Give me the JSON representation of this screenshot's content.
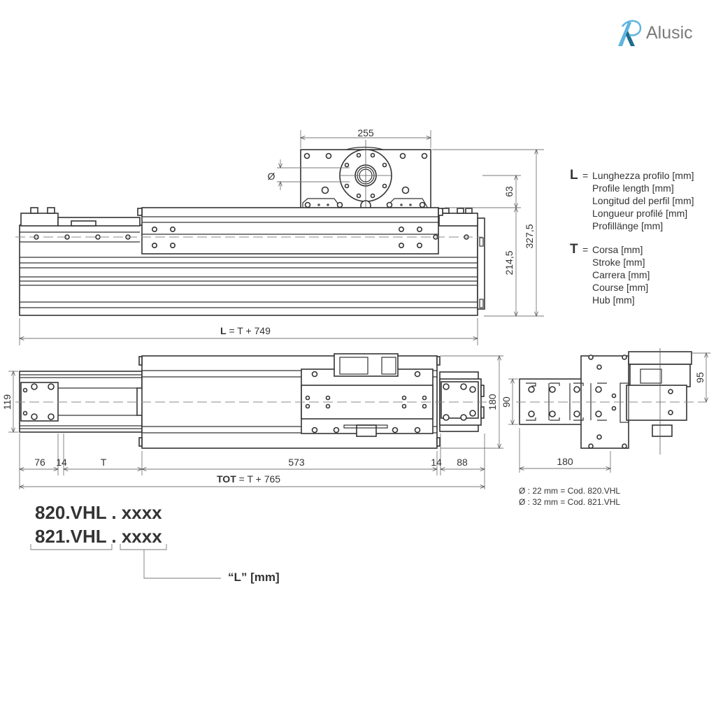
{
  "brand": {
    "name": "Alusic",
    "logo_colors": {
      "primary": "#5fb4e0",
      "dark": "#1e6e8c",
      "text": "#7a7a7a"
    }
  },
  "legend": {
    "L": {
      "key": "L",
      "eq": "=",
      "items": [
        "Lunghezza profilo [mm]",
        "Profile length [mm]",
        "Longitud del perfil [mm]",
        "Longueur profilé [mm]",
        "Profillänge [mm]"
      ]
    },
    "T": {
      "key": "T",
      "eq": "=",
      "items": [
        "Corsa [mm]",
        "Stroke [mm]",
        "Carrera [mm]",
        "Course [mm]",
        "Hub [mm]"
      ]
    }
  },
  "side_view": {
    "dims": {
      "motor_width": "255",
      "diameter_symbol": "Ø",
      "motor_height": "63",
      "profile_height": "214,5",
      "total_height": "327,5",
      "length_formula_L": "L",
      "length_formula_rest": " = T + 749"
    }
  },
  "top_view": {
    "dims": {
      "width": "119",
      "left_end": "76",
      "gap_left": "14",
      "stroke": "T",
      "carriage": "573",
      "gap_right": "14",
      "right_end": "88",
      "height_right": "180",
      "tot_label": "TOT",
      "tot_rest": " = T + 765"
    }
  },
  "end_view": {
    "dims": {
      "height_outer": "90",
      "height_motor": "95",
      "width": "180"
    },
    "notes": [
      "Ø : 22 mm = Cod. 820.VHL",
      "Ø : 32 mm = Cod. 821.VHL"
    ]
  },
  "order_codes": {
    "row1": "820.VHL . xxxx",
    "row2_prefix": "821.VHL",
    "row2_sep": ".",
    "row2_suffix": "xxxx",
    "suffix_meaning": "“L” [mm]"
  }
}
